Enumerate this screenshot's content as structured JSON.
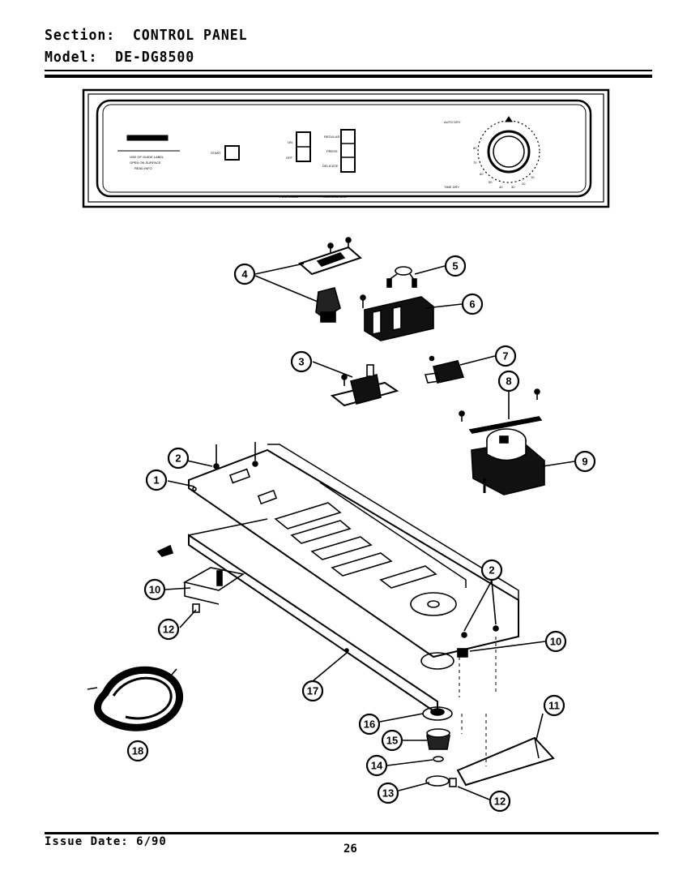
{
  "header": {
    "section_label": "Section:",
    "section_value": "CONTROL PANEL",
    "model_label": "Model:",
    "model_value": "DE-DG8500"
  },
  "footer": {
    "issue_date": "Issue Date: 6/90",
    "page_number": "26"
  },
  "panel": {
    "brand_lines": [
      "USE OF GUIDE LABEL",
      "OPEN ON SURFACE",
      "READ INFO"
    ],
    "start_label": "START",
    "on_label": "ON",
    "off_label": "OFF",
    "temp_labels": [
      "REGULAR",
      "PRESS",
      "DELICATE"
    ],
    "bottom_labels": [
      "PUSH LOAD",
      "TEMPERATURE"
    ],
    "timer_left_top": "AUTO DRY",
    "timer_left_bottom": "TIME DRY",
    "timer_numbers": [
      "80",
      "70",
      "60",
      "50",
      "40",
      "30",
      "20",
      "10"
    ]
  },
  "callouts": [
    {
      "id": "c1",
      "label": "1"
    },
    {
      "id": "c2a",
      "label": "2"
    },
    {
      "id": "c2b",
      "label": "2"
    },
    {
      "id": "c3",
      "label": "3"
    },
    {
      "id": "c4",
      "label": "4"
    },
    {
      "id": "c5",
      "label": "5"
    },
    {
      "id": "c6",
      "label": "6"
    },
    {
      "id": "c7",
      "label": "7"
    },
    {
      "id": "c8",
      "label": "8"
    },
    {
      "id": "c9",
      "label": "9"
    },
    {
      "id": "c10a",
      "label": "10"
    },
    {
      "id": "c10b",
      "label": "10"
    },
    {
      "id": "c11",
      "label": "11"
    },
    {
      "id": "c12a",
      "label": "12"
    },
    {
      "id": "c12b",
      "label": "12"
    },
    {
      "id": "c13",
      "label": "13"
    },
    {
      "id": "c14",
      "label": "14"
    },
    {
      "id": "c15",
      "label": "15"
    },
    {
      "id": "c16",
      "label": "16"
    },
    {
      "id": "c17",
      "label": "17"
    },
    {
      "id": "c18",
      "label": "18"
    }
  ]
}
